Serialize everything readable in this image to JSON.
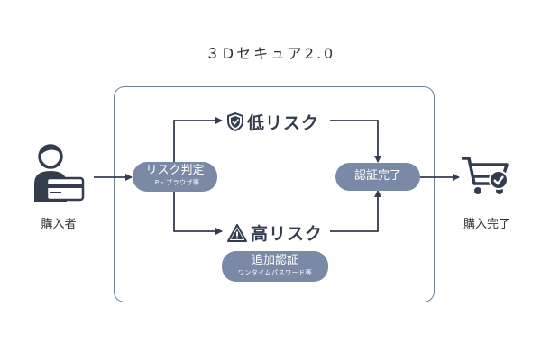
{
  "title": "３Dセキュア2.0",
  "buyer": {
    "label": "購入者",
    "icon": "buyer-with-card-icon"
  },
  "risk_check": {
    "label": "リスク判定",
    "sub": "I P・ブラウザ等"
  },
  "low_risk": {
    "label": "低リスク",
    "icon": "shield-check-icon"
  },
  "high_risk": {
    "label": "高リスク",
    "icon": "warning-triangle-icon"
  },
  "extra_auth": {
    "label": "追加認証",
    "sub": "ワンタイムパスワード等"
  },
  "auth_complete": {
    "label": "認証完了"
  },
  "purchase_complete": {
    "label": "購入完了",
    "icon": "cart-check-icon"
  },
  "colors": {
    "node_fill": "#7a8aa6",
    "icon_dark": "#333d4f",
    "border": "#6d7f99"
  }
}
